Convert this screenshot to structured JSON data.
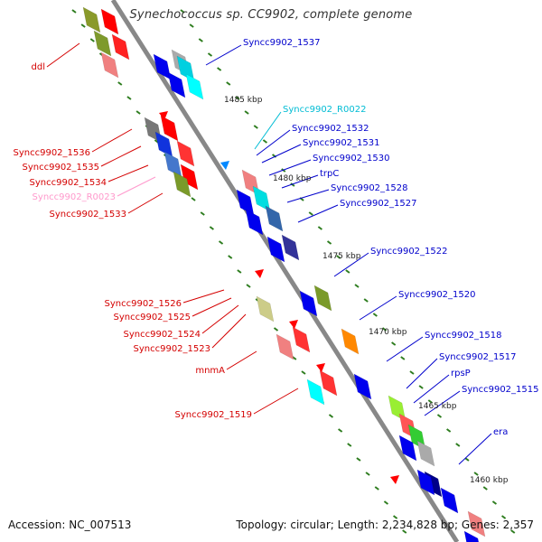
{
  "title": "Synechococcus sp. CC9902, complete genome",
  "accession": "Accession: NC_007513",
  "summary": "Topology: circular; Length: 2,234,828 bp; Genes: 2,357",
  "colors": {
    "label_red": "#d40000",
    "label_blue": "#0000cc",
    "label_cyan": "#00bcd4",
    "label_pink": "#ff99cc",
    "backbone": "#888888",
    "tick": "#2e7d1f"
  },
  "scale_labels": [
    "1485 kbp",
    "1480 kbp",
    "1475 kbp",
    "1470 kbp",
    "1465 kbp",
    "1460 kbp"
  ],
  "left_genes": [
    {
      "label": "ddl",
      "color": "red"
    },
    {
      "label": "Syncc9902_1536",
      "color": "red"
    },
    {
      "label": "Syncc9902_1535",
      "color": "red"
    },
    {
      "label": "Syncc9902_1534",
      "color": "red"
    },
    {
      "label": "Syncc9902_R0023",
      "color": "pink"
    },
    {
      "label": "Syncc9902_1533",
      "color": "red"
    },
    {
      "label": "Syncc9902_1526",
      "color": "red"
    },
    {
      "label": "Syncc9902_1525",
      "color": "red"
    },
    {
      "label": "Syncc9902_1524",
      "color": "red"
    },
    {
      "label": "Syncc9902_1523",
      "color": "red"
    },
    {
      "label": "mnmA",
      "color": "red"
    },
    {
      "label": "Syncc9902_1519",
      "color": "red"
    }
  ],
  "right_genes": [
    {
      "label": "Syncc9902_1537",
      "color": "blue"
    },
    {
      "label": "Syncc9902_R0022",
      "color": "cyan"
    },
    {
      "label": "Syncc9902_1532",
      "color": "blue"
    },
    {
      "label": "Syncc9902_1531",
      "color": "blue"
    },
    {
      "label": "Syncc9902_1530",
      "color": "blue"
    },
    {
      "label": "trpC",
      "color": "blue"
    },
    {
      "label": "Syncc9902_1528",
      "color": "blue"
    },
    {
      "label": "Syncc9902_1527",
      "color": "blue"
    },
    {
      "label": "Syncc9902_1522",
      "color": "blue"
    },
    {
      "label": "Syncc9902_1520",
      "color": "blue"
    },
    {
      "label": "Syncc9902_1518",
      "color": "blue"
    },
    {
      "label": "Syncc9902_1517",
      "color": "blue"
    },
    {
      "label": "rpsP",
      "color": "blue"
    },
    {
      "label": "Syncc9902_1515",
      "color": "blue"
    },
    {
      "label": "era",
      "color": "blue"
    }
  ]
}
